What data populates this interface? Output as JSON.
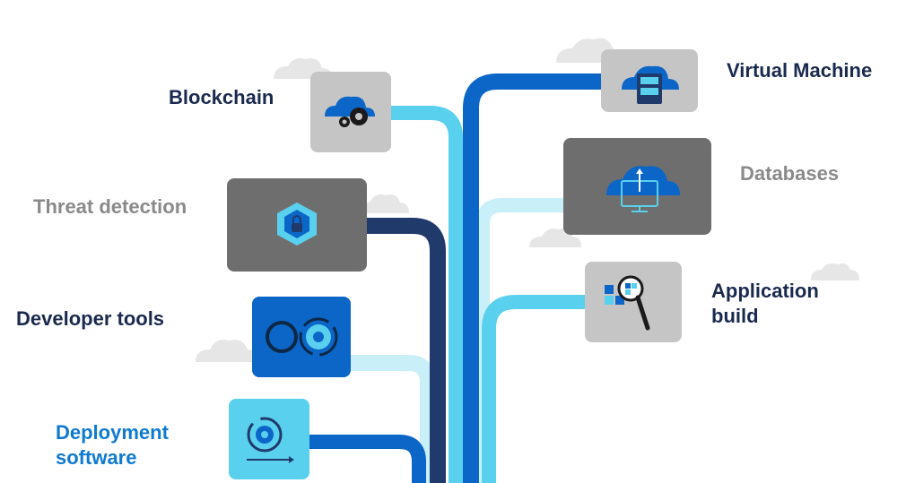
{
  "colors": {
    "navy": "#1f3a6b",
    "dark_blue": "#0b66c7",
    "light_blue": "#5ad0ef",
    "pale_blue": "#c9eff9",
    "gray_box": "#c5c5c5",
    "dark_gray_box": "#6e6e6e",
    "cloud": "#e6e6e6",
    "label_dark": "#1a2a4f",
    "label_gray": "#8a8a8a",
    "label_blue": "#0f7ad1"
  },
  "labels": {
    "blockchain": "Blockchain",
    "threat_detection": "Threat detection",
    "developer_tools": "Developer tools",
    "deployment_software_line1": "Deployment",
    "deployment_software_line2": "software",
    "virtual_machine": "Virtual Machine",
    "databases": "Databases",
    "application_build_line1": "Application",
    "application_build_line2": "build"
  },
  "icons": {
    "blockchain": "cloud-gears-icon",
    "threat_detection": "shield-lock-icon",
    "developer_tools": "loop-gear-icon",
    "deployment_software": "gear-cycle-icon",
    "virtual_machine": "cloud-server-icon",
    "databases": "cloud-monitor-icon",
    "application_build": "magnifier-blocks-icon"
  }
}
